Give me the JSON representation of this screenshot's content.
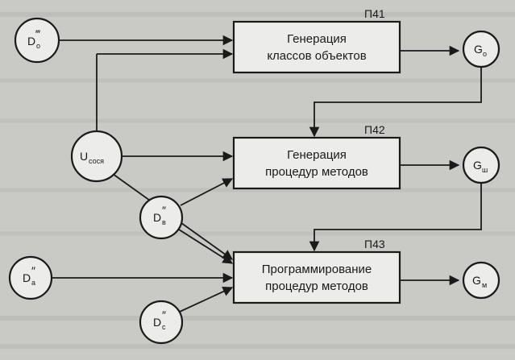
{
  "blocks": [
    {
      "id": "p41",
      "tag": "П41",
      "line1": "Генерация",
      "line2": "классов объектов"
    },
    {
      "id": "p42",
      "tag": "П42",
      "line1": "Генерация",
      "line2": "процедур методов"
    },
    {
      "id": "p43",
      "tag": "П43",
      "line1": "Программирование",
      "line2": "процедур методов"
    }
  ],
  "inputs": [
    {
      "id": "do3",
      "main": "D",
      "sup": "‴",
      "sub": "o"
    },
    {
      "id": "usos",
      "main": "U",
      "sup": "",
      "sub": "сося"
    },
    {
      "id": "dv2",
      "main": "D",
      "sup": "″",
      "sub": "в"
    },
    {
      "id": "da2",
      "main": "D",
      "sup": "″",
      "sub": "a"
    },
    {
      "id": "dc2",
      "main": "D",
      "sup": "″",
      "sub": "c"
    }
  ],
  "outputs": [
    {
      "id": "go",
      "main": "G",
      "sub": "o"
    },
    {
      "id": "gsh",
      "main": "G",
      "sub": "ш"
    },
    {
      "id": "gm",
      "main": "G",
      "sub": "м"
    }
  ]
}
